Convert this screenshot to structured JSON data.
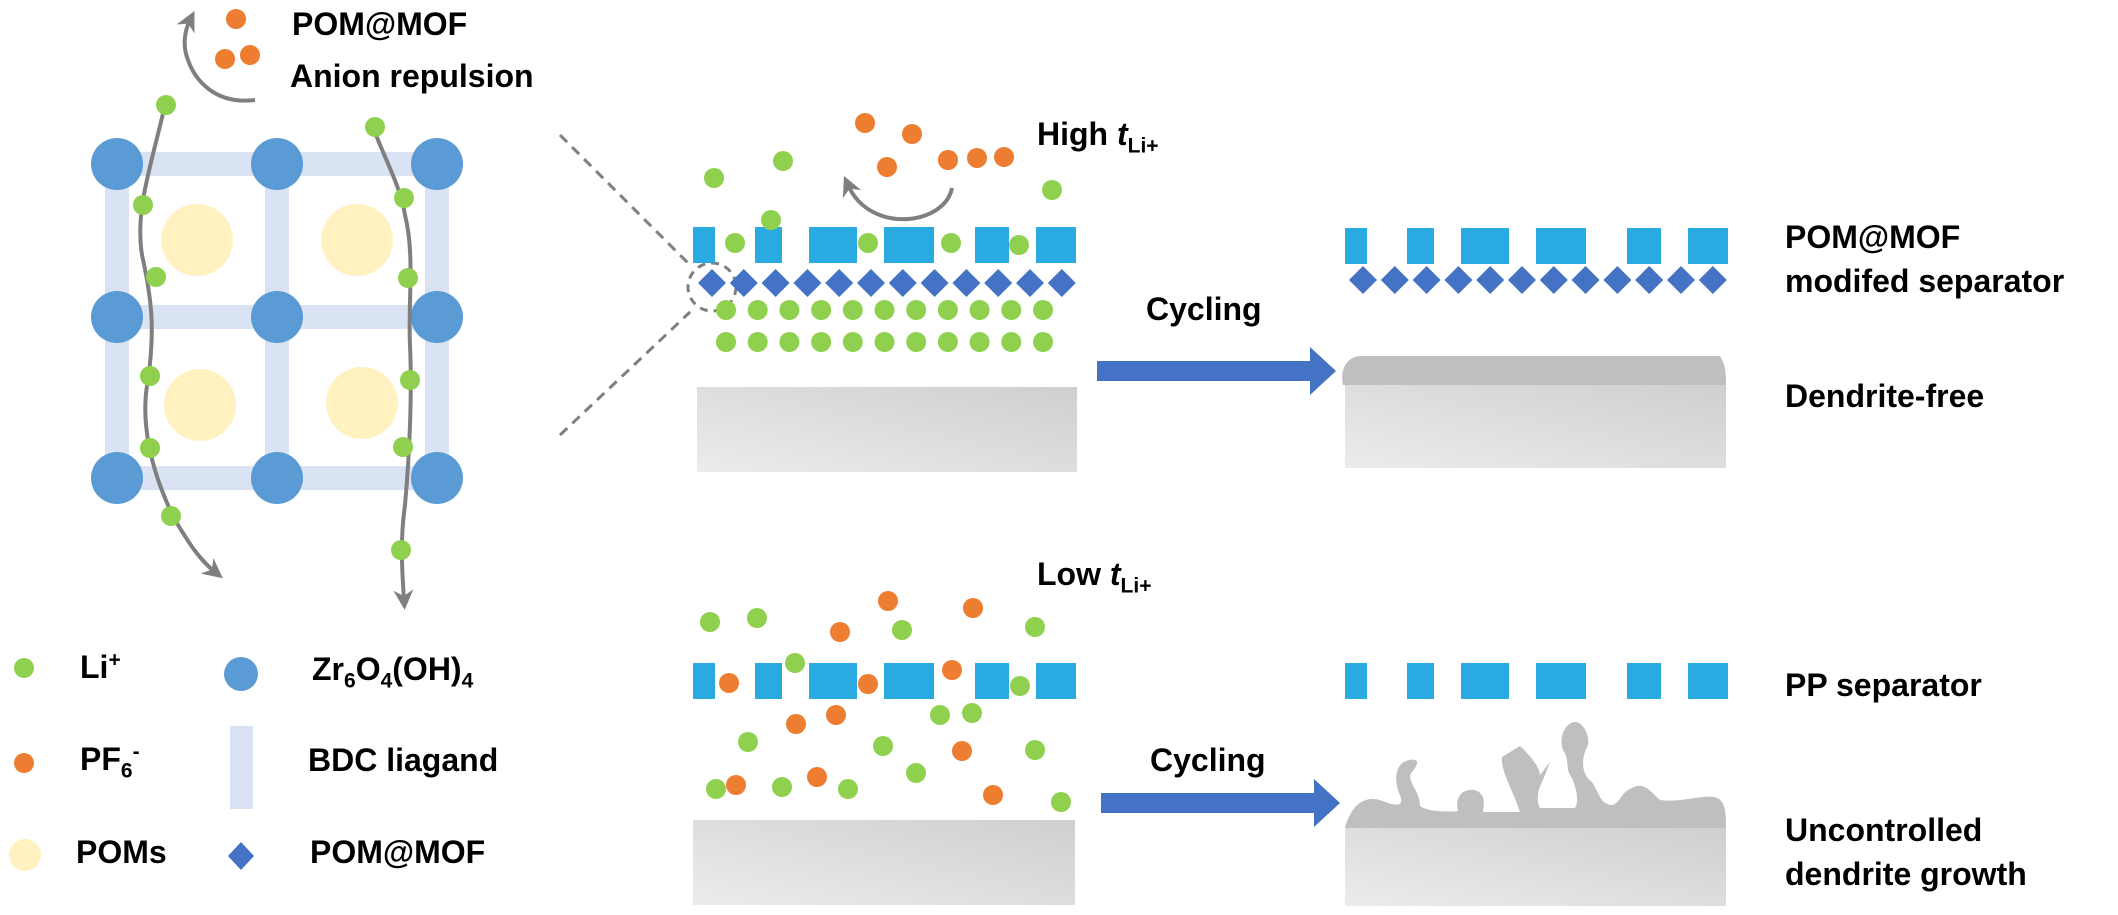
{
  "figure": {
    "title": "POM@MOF modified separator mechanism for dendrite-free Li deposition",
    "colors": {
      "li_ion": "#8fd14f",
      "pf6_anion": "#ed7d31",
      "zr_node": "#5b9bd5",
      "bdc_ligand": "#dae3f3",
      "pom": "#fff2c0",
      "pom_at_mof": "#4472c4",
      "separator": "#29abe2",
      "cycling_arrow": "#4472c4",
      "path_arrow": "#7f7f7f",
      "lithium_metal": "#d0d0d0",
      "dendrite": "#bfbfbf"
    }
  },
  "mof_panel": {
    "repulsion_label_line1": "POM@MOF",
    "repulsion_label_line2": "Anion repulsion",
    "lattice_rows": 3,
    "lattice_cols": 3,
    "pom_count": 4,
    "li_paths": 2
  },
  "legend": {
    "items": [
      {
        "key": "li",
        "label_main": "Li",
        "label_sup": "+",
        "label_sub": "",
        "symbol": "green-circle"
      },
      {
        "key": "pf6",
        "label_main": "PF",
        "label_sub": "6",
        "label_sup": "-",
        "symbol": "orange-circle"
      },
      {
        "key": "poms",
        "label_main": "POMs",
        "label_sub": "",
        "label_sup": "",
        "symbol": "yellow-circle"
      },
      {
        "key": "zr",
        "label_html_parts": [
          "Zr",
          "6",
          "O",
          "4",
          "(OH)",
          "4"
        ],
        "symbol": "blue-circle"
      },
      {
        "key": "bdc",
        "label_main": "BDC liagand",
        "symbol": "light-blue-bar"
      },
      {
        "key": "pom_mof",
        "label_main": "POM@MOF",
        "symbol": "blue-diamond"
      }
    ]
  },
  "top_row": {
    "condition_label_prefix": "High ",
    "condition_t": "t",
    "condition_sub": "Li+",
    "arrow_label": "Cycling",
    "separator_label_line1": "POM@MOF",
    "separator_label_line2": "modifed separator",
    "result_label": "Dendrite-free"
  },
  "bottom_row": {
    "condition_label_prefix": "Low ",
    "condition_t": "t",
    "condition_sub": "Li+",
    "arrow_label": "Cycling",
    "separator_label": "PP separator",
    "result_label_line1": "Uncontrolled",
    "result_label_line2": "dendrite growth"
  }
}
